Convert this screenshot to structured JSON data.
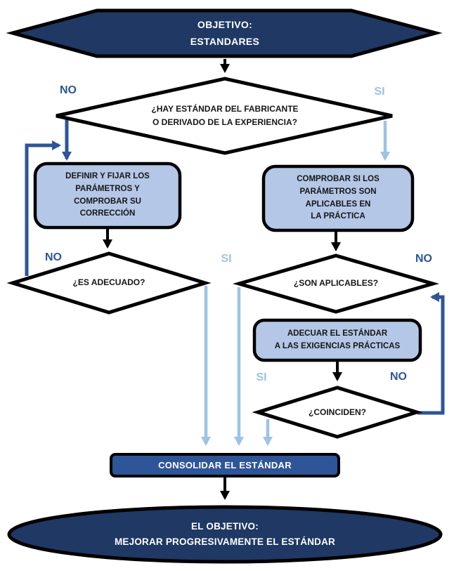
{
  "colors": {
    "ink": "#000000",
    "dark_navy": "#1F3864",
    "medium_blue": "#2E5597",
    "dark_blue": "#2E5597",
    "light_blue": "#9DC3E6",
    "light_fill": "#B4C7E7",
    "text_dark": "#161616",
    "text_white": "#FFFFFF"
  },
  "nodes": {
    "objective": {
      "line1": "OBJETIVO:",
      "line2": "ESTANDARES"
    },
    "has_standard": {
      "line1": "¿HAY ESTÁNDAR DEL FABRICANTE",
      "line2": "O DERIVADO DE LA EXPERIENCIA?"
    },
    "define_params": {
      "line1": "DEFINIR Y FIJAR LOS",
      "line2": "PARÁMETROS Y",
      "line3": "COMPROBAR SU",
      "line4": "CORRECCIÓN"
    },
    "check_params": {
      "line1": "COMPROBAR SI LOS",
      "line2": "PARÁMETROS SON",
      "line3": "APLICABLES EN",
      "line4": "LA PRÁCTICA"
    },
    "is_adequate": {
      "label": "¿ES ADECUADO?"
    },
    "are_applicable": {
      "label": "¿SON APLICABLES?"
    },
    "adapt_standard": {
      "line1": "ADECUAR EL ESTÁNDAR",
      "line2": "A LAS EXIGENCIAS PRÁCTICAS"
    },
    "do_match": {
      "label": "¿COINCIDEN?"
    },
    "consolidate": {
      "label": "CONSOLIDAR EL ESTÁNDAR"
    },
    "final_goal": {
      "line1": "EL OBJETIVO:",
      "line2": "MEJORAR PROGRESIVAMENTE EL ESTÁNDAR"
    }
  },
  "edge_labels": {
    "has_standard_no": "NO",
    "has_standard_si": "SI",
    "is_adequate_no": "NO",
    "si_converge": "SI",
    "are_applicable_no": "NO",
    "do_match_si": "SI",
    "do_match_no": "NO"
  }
}
